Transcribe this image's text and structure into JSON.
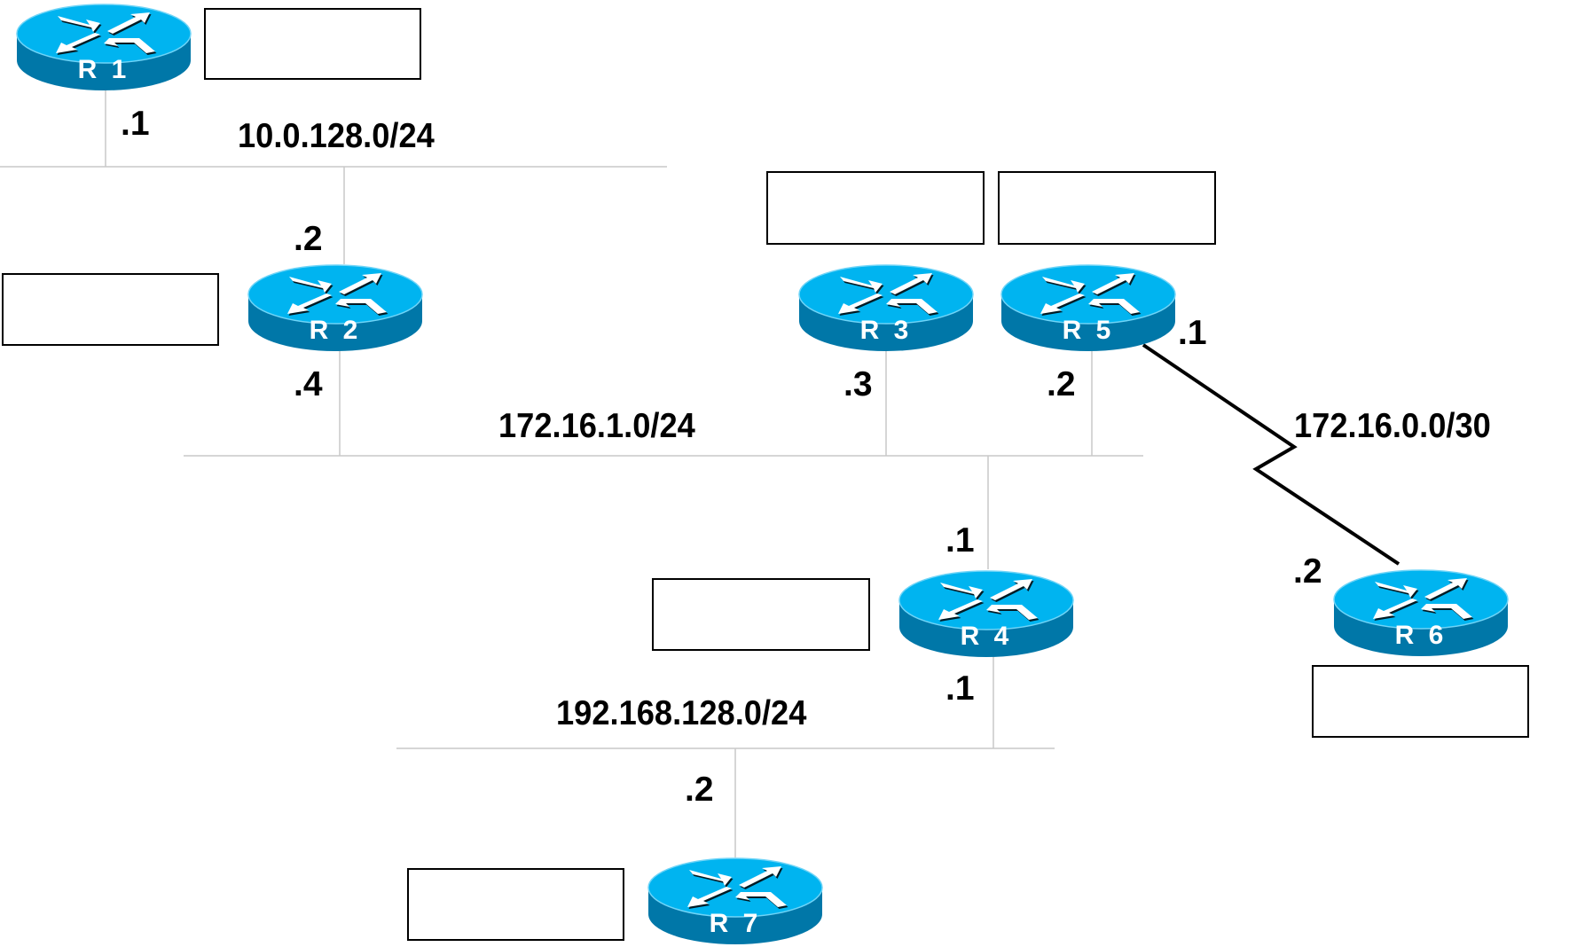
{
  "diagram": {
    "type": "network-topology",
    "colors": {
      "router_top": "#00b4f0",
      "router_side": "#0077a8",
      "lan_line": "#c8c8c8",
      "serial_line": "#000000",
      "text": "#000000"
    },
    "routers": [
      {
        "id": "R1",
        "label": "R 1",
        "label_box": ""
      },
      {
        "id": "R2",
        "label": "R 2",
        "label_box": ""
      },
      {
        "id": "R3",
        "label": "R 3",
        "label_box": ""
      },
      {
        "id": "R5",
        "label": "R 5",
        "label_box": ""
      },
      {
        "id": "R4",
        "label": "R 4",
        "label_box": ""
      },
      {
        "id": "R6",
        "label": "R 6",
        "label_box": ""
      },
      {
        "id": "R7",
        "label": "R 7",
        "label_box": ""
      }
    ],
    "networks": [
      {
        "id": "net-10",
        "label": "10.0.128.0/24",
        "type": "ethernet",
        "members": [
          "R1",
          "R2"
        ]
      },
      {
        "id": "net-172-16-1",
        "label": "172.16.1.0/24",
        "type": "ethernet",
        "members": [
          "R2",
          "R3",
          "R5",
          "R4"
        ]
      },
      {
        "id": "net-172-16-0",
        "label": "172.16.0.0/30",
        "type": "serial",
        "members": [
          "R5",
          "R6"
        ]
      },
      {
        "id": "net-192",
        "label": "192.168.128.0/24",
        "type": "ethernet",
        "members": [
          "R4",
          "R7"
        ]
      }
    ],
    "interfaces": {
      "r1_net10": ".1",
      "r2_net10": ".2",
      "r2_net172": ".4",
      "r3_net172": ".3",
      "r5_net172": ".2",
      "r5_serial": ".1",
      "r4_net172": ".1",
      "r4_net192": ".1",
      "r6_serial": ".2",
      "r7_net192": ".2"
    }
  }
}
